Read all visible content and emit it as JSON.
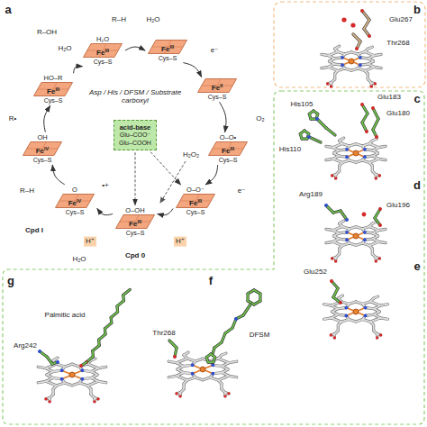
{
  "diagram": {
    "nodes": [
      {
        "text": [
          "H₂O",
          "Fe",
          "III",
          "Cys–S"
        ]
      },
      {
        "text": [
          "Fe",
          "III",
          "Cys–S"
        ]
      },
      {
        "text": [
          "Fe",
          "II",
          "Cys–S"
        ]
      },
      {
        "text": [
          "O–O•",
          "Fe",
          "III",
          "Cys–S"
        ]
      },
      {
        "text": [
          "O–O⁻",
          "Fe",
          "III",
          "Cys–S"
        ]
      },
      {
        "text": [
          "O–OH",
          "Fe",
          "III",
          "Cys–S"
        ]
      },
      {
        "text": [
          "O",
          "Fe",
          "IV",
          "Cys–S"
        ]
      },
      {
        "text": [
          "OH",
          "Fe",
          "IV",
          "Cys–S"
        ]
      },
      {
        "text": [
          "HO–R",
          "Fe",
          "III",
          "Cys–S"
        ]
      },
      {
        "text": [
          "acid-base",
          "Glu–COO⁻",
          "Glu–COOH"
        ]
      }
    ],
    "edges": [
      {
        "from": 0,
        "to": 1,
        "arrow": "to"
      },
      {
        "from": 1,
        "to": 2,
        "arrow": "to"
      },
      {
        "from": 2,
        "to": 3,
        "arrow": "to"
      },
      {
        "from": 3,
        "to": 4,
        "arrow": "to"
      },
      {
        "from": 4,
        "to": 5,
        "arrow": "to"
      },
      {
        "from": 5,
        "to": 6,
        "arrow": "to"
      },
      {
        "from": 6,
        "to": 7,
        "arrow": "to"
      },
      {
        "from": 7,
        "to": 8,
        "arrow": "to"
      },
      {
        "from": 8,
        "to": 0,
        "arrow": "to"
      },
      {
        "from": 9,
        "to": 4,
        "arrow": "to"
      },
      {
        "from": 9,
        "to": 5,
        "arrow": "to"
      }
    ],
    "labels": [
      "a",
      "R–OH",
      "H₂O",
      "R–H",
      "H₂O",
      "e⁻",
      "O₂",
      "e⁻",
      "H⁺",
      "H⁺",
      "H₂O",
      "Cpd 0",
      "Cpd I",
      "•+",
      "R–H",
      "R•",
      "Asp / His / DFSM / Substrate carboxyl",
      "H₂O₂",
      "b",
      "Glu267",
      "Thr268",
      "c",
      "His105",
      "Glu183",
      "Glu180",
      "His110",
      "d",
      "Arg189",
      "Glu196",
      "e",
      "Glu252",
      "f",
      "Thr268",
      "DFSM",
      "g",
      "Palmitic acid",
      "Arg242"
    ]
  }
}
